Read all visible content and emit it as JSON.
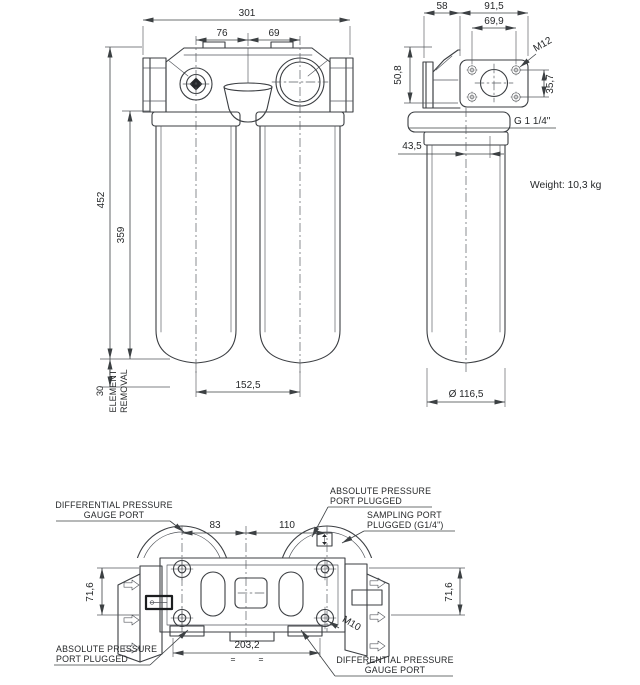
{
  "colors": {
    "background": "#ffffff",
    "line": "#3b3e42",
    "dimension_line": "#3c4043",
    "text": "#26282a"
  },
  "front_view": {
    "dims": {
      "overall_width": "301",
      "left_port_spacing": "76",
      "right_port_spacing": "69",
      "overall_height": "452",
      "bowl_height": "359",
      "element_removal_clearance": "30",
      "bowl_center_spacing": "152,5"
    },
    "element_removal_label_line1": "ELEMENT",
    "element_removal_label_line2": "REMOVAL"
  },
  "side_view": {
    "dims": {
      "head_depth": "58",
      "flange_width": "91,5",
      "bolt_hole_spacing_h": "69,9",
      "head_height": "50,8",
      "bolt_hole_spacing_v": "35,7",
      "port_offset": "43,5",
      "bowl_diameter": "Ø 116,5"
    },
    "bolt_thread": "M12",
    "port_thread": "G 1 1/4\""
  },
  "weight_note": "Weight: 10,3 kg",
  "top_view": {
    "dims": {
      "left_port_offset": "83",
      "right_port_offset": "110",
      "mount_height": "71,6",
      "mounting_hole_spacing": "203,2",
      "equal_mark": "="
    },
    "mount_thread": "M10",
    "labels": {
      "diff_gauge_top_line1": "DIFFERENTIAL PRESSURE",
      "diff_gauge_top_line2": "GAUGE PORT",
      "abs_port_top_line1": "ABSOLUTE PRESSURE",
      "abs_port_top_line2": "PORT PLUGGED",
      "sampling_line1": "SAMPLING PORT",
      "sampling_line2": "PLUGGED (G1/4\")",
      "abs_port_bottom_line1": "ABSOLUTE PRESSURE",
      "abs_port_bottom_line2": "PORT PLUGGED",
      "diff_gauge_bottom_line1": "DIFFERENTIAL PRESSURE",
      "diff_gauge_bottom_line2": "GAUGE PORT"
    }
  }
}
